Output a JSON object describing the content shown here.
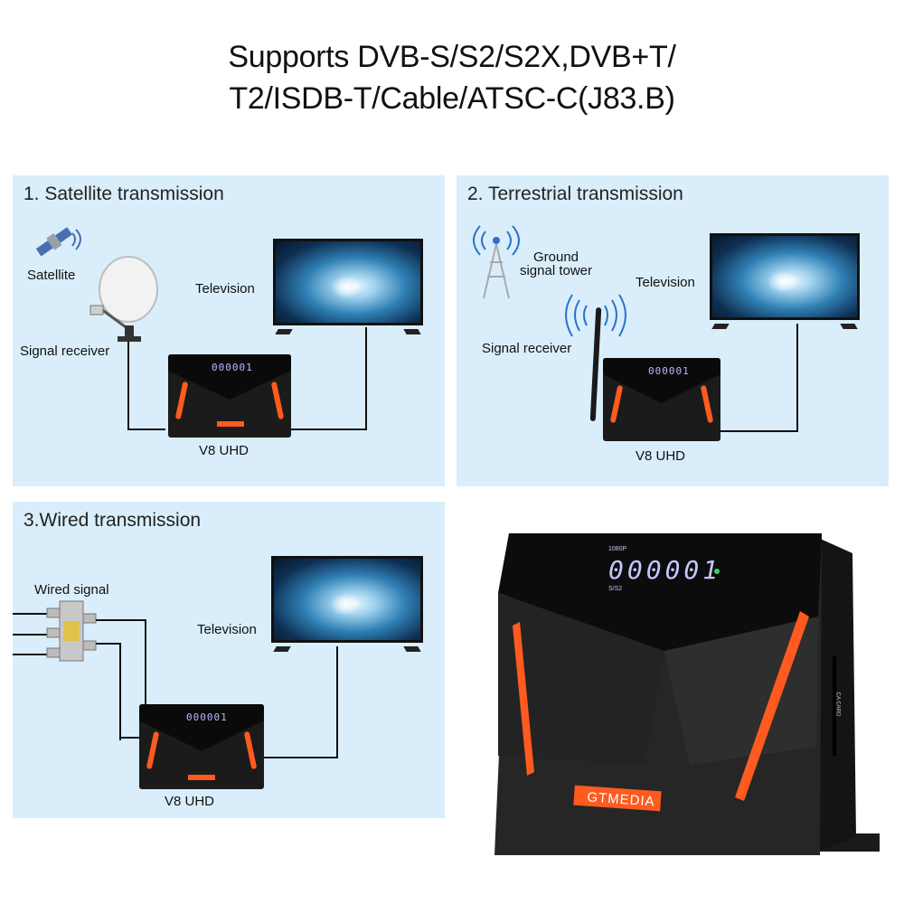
{
  "headline": {
    "line1": "Supports DVB-S/S2/S2X,DVB+T/",
    "line2": "T2/ISDB-T/Cable/ATSC-C(J83.B)"
  },
  "panels": {
    "satellite": {
      "title": "1. Satellite transmission",
      "satellite_label": "Satellite",
      "receiver_label": "Signal receiver",
      "tv_label": "Television",
      "device_label": "V8 UHD"
    },
    "terrestrial": {
      "title": "2. Terrestrial transmission",
      "tower_label_line1": "Ground",
      "tower_label_line2": "signal tower",
      "receiver_label": "Signal receiver",
      "tv_label": "Television",
      "device_label": "V8 UHD"
    },
    "wired": {
      "title": "3.Wired transmission",
      "signal_label": "Wired signal",
      "tv_label": "Television",
      "device_label": "V8 UHD"
    }
  },
  "device": {
    "display_digits": "000001",
    "display_mode": "1080P",
    "display_sub": "S/S2",
    "brand": "GTMEDIA",
    "card_slot_label": "CA CARD"
  },
  "colors": {
    "panel_bg": "#d9eefa",
    "accent_orange": "#ff5a1f",
    "display_blue": "#b7b9ff"
  }
}
